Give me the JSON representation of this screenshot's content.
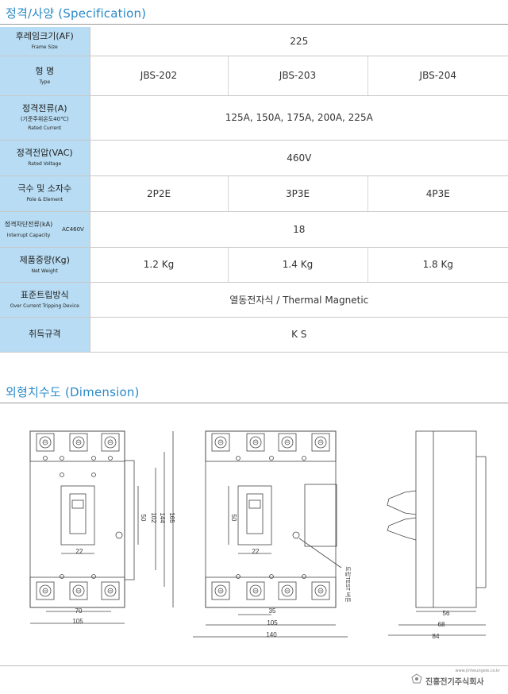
{
  "spec": {
    "title": "정격/사양 (Specification)",
    "rows": {
      "frame": {
        "ko": "후레임크기(AF)",
        "en": "Frame Size",
        "value": "225"
      },
      "type": {
        "ko": "형 명",
        "en": "Type",
        "values": [
          "JBS-202",
          "JBS-203",
          "JBS-204"
        ]
      },
      "current": {
        "ko": "정격전류(A)",
        "ko2": "(기준주위온도40℃)",
        "en": "Rated Current",
        "value": "125A, 150A, 175A, 200A, 225A"
      },
      "voltage": {
        "ko": "정격전압(VAC)",
        "en": "Rated Voltage",
        "value": "460V"
      },
      "poles": {
        "ko": "극수 및 소자수",
        "en": "Pole & Element",
        "values": [
          "2P2E",
          "3P3E",
          "4P3E"
        ]
      },
      "breaking": {
        "ko": "정격차단전류(kA)",
        "en": "Interrupt Capacity",
        "sub": "AC460V",
        "value": "18"
      },
      "weight": {
        "ko": "제품중량(Kg)",
        "en": "Net Weight",
        "values": [
          "1.2 Kg",
          "1.4 Kg",
          "1.8 Kg"
        ]
      },
      "trip": {
        "ko": "표준트립방식",
        "en": "Over Current Tripping Device",
        "value": "열동전자식 / Thermal Magnetic"
      },
      "cert": {
        "ko": "취득규격",
        "value": "K S"
      }
    }
  },
  "dimension": {
    "title": "외형치수도 (Dimension)",
    "front2p": {
      "w_inner": "22",
      "h_handle": "50",
      "h_102": "102",
      "h_144": "144",
      "h_165": "165",
      "w_70": "70",
      "w_105": "105"
    },
    "front3p": {
      "h_handle": "50",
      "w_inner": "22",
      "w_35": "35",
      "w_105": "105",
      "w_140": "140",
      "test_label": "트립TEST 버튼"
    },
    "side": {
      "d_56": "56",
      "d_68": "68",
      "d_84": "84"
    }
  },
  "footer": {
    "url": "www.jinheungele.co.kr",
    "company": "진흥전기주식회사"
  }
}
